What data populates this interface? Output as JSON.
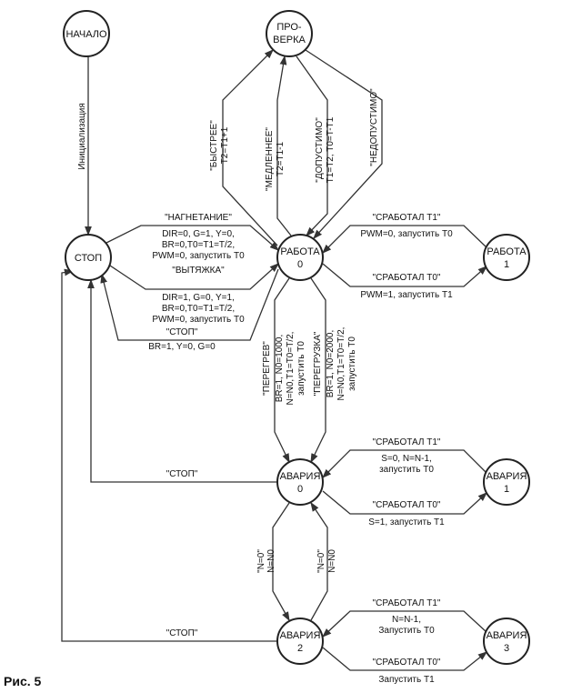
{
  "caption": "Рис. 5",
  "states": {
    "start": "НАЧАЛО",
    "check1": "ПРО-",
    "check2": "ВЕРКА",
    "stop": "СТОП",
    "work0a": "РАБОТА",
    "work0b": "0",
    "work1a": "РАБОТА",
    "work1b": "1",
    "al0a": "АВАРИЯ",
    "al0b": "0",
    "al1a": "АВАРИЯ",
    "al1b": "1",
    "al2a": "АВАРИЯ",
    "al2b": "2",
    "al3a": "АВАРИЯ",
    "al3b": "3"
  },
  "labels": {
    "init": "Инициализация",
    "faster": "\"БЫСТРЕЕ\"",
    "faster_act": "T2=T1+1",
    "slower": "\"МЕДЛЕННЕЕ\"",
    "slower_act": "T2=T1-1",
    "ok": "\"ДОПУСТИМО\"",
    "ok_act": "T1=T2, T0=T-T1",
    "notok": "\"НЕДОПУСТИМО\"",
    "pump": "\"НАГНЕТАНИЕ\"",
    "pump_1": "DIR=0, G=1, Y=0,",
    "pump_2": "BR=0,T0=T1=T/2,",
    "pump_3": "PWM=0, запустить T0",
    "exh": "\"ВЫТЯЖКА\"",
    "exh_1": "DIR=1, G=0, Y=1,",
    "exh_2": "BR=0,T0=T1=T/2,",
    "exh_3": "PWM=0, запустить T0",
    "stop": "\"СТОП\"",
    "stop_act": "BR=1, Y=0, G=0",
    "w_t1": "\"СРАБОТАЛ T1\"",
    "w_t1_act": "PWM=0, запустить T0",
    "w_t0": "\"СРАБОТАЛ T0\"",
    "w_t0_act": "PWM=1, запустить T1",
    "heat": "\"ПЕРЕГРЕВ\"",
    "heat_1": "BR=1, N0=1000,",
    "heat_2": "N=N0,T1=T0=T/2,",
    "heat_3": "запустить T0",
    "over": "\"ПЕРЕГРУЗКА\"",
    "over_1": "BR=1, N0=2000,",
    "over_2": "N=N0,T1=T0=T/2,",
    "over_3": "запустить T0",
    "a0_stop": "\"СТОП\"",
    "a_t1": "\"СРАБОТАЛ T1\"",
    "a_t1_1": "S=0, N=N-1,",
    "a_t1_2": "запустить T0",
    "a_t0": "\"СРАБОТАЛ T0\"",
    "a_t0_1": "S=1, запустить T1",
    "n0a": "\"N=0\"",
    "n0a_act": "N=N0",
    "n0b": "\"N=0\"",
    "n0b_act": "N=N0",
    "a2_stop": "\"СТОП\"",
    "b_t1": "\"СРАБОТАЛ T1\"",
    "b_t1_1": "N=N-1,",
    "b_t1_2": "Запустить T0",
    "b_t0": "\"СРАБОТАЛ T0\"",
    "b_t0_1": "Запустить T1"
  }
}
